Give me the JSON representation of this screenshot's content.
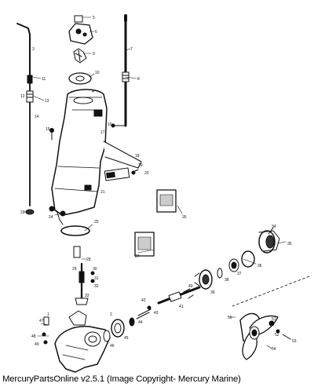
{
  "footer": {
    "credit": "MercuryPartsOnline v2.5.1 (Image Copyright- Mercury Marine)"
  },
  "diagram": {
    "labels": [
      "1",
      "2",
      "3",
      "4",
      "5",
      "6",
      "7",
      "8",
      "9",
      "10",
      "11",
      "12",
      "13",
      "14",
      "15",
      "16",
      "17",
      "18",
      "19",
      "20",
      "21",
      "22",
      "23",
      "24",
      "25",
      "26",
      "27",
      "28",
      "29",
      "30",
      "31",
      "32",
      "33",
      "34",
      "35",
      "36",
      "37",
      "38",
      "39",
      "40",
      "41",
      "42",
      "43",
      "44",
      "45",
      "46",
      "47",
      "48",
      "49",
      "50",
      "51",
      "52",
      "53",
      "54"
    ]
  }
}
